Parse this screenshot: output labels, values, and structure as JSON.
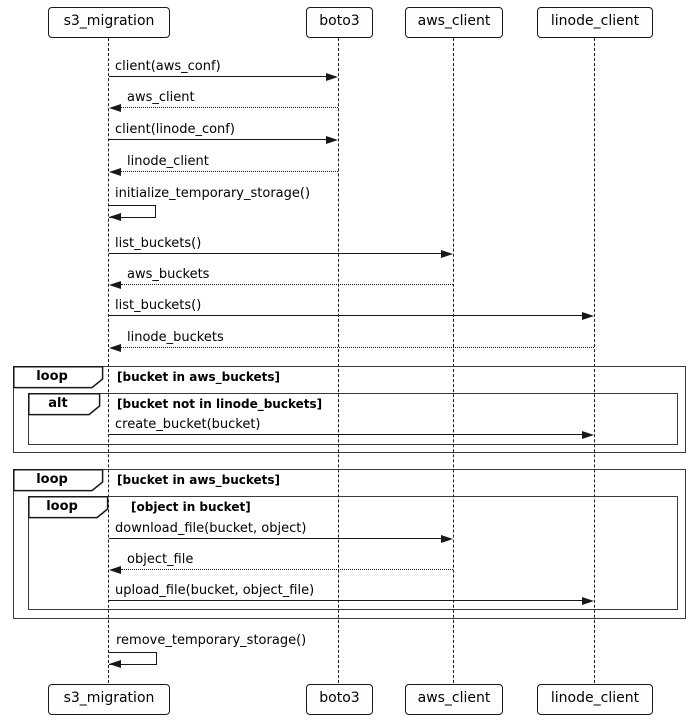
{
  "diagram": {
    "type": "uml-sequence-diagram",
    "participants": [
      {
        "name": "s3_migration"
      },
      {
        "name": "boto3"
      },
      {
        "name": "aws_client"
      },
      {
        "name": "linode_client"
      }
    ],
    "messages": [
      {
        "text": "client(aws_conf)",
        "from": "s3_migration",
        "to": "boto3",
        "style": "solid"
      },
      {
        "text": "aws_client",
        "from": "boto3",
        "to": "s3_migration",
        "style": "dotted-return"
      },
      {
        "text": "client(linode_conf)",
        "from": "s3_migration",
        "to": "boto3",
        "style": "solid"
      },
      {
        "text": "linode_client",
        "from": "boto3",
        "to": "s3_migration",
        "style": "dotted-return"
      },
      {
        "text": "initialize_temporary_storage()",
        "from": "s3_migration",
        "to": "s3_migration",
        "style": "self"
      },
      {
        "text": "list_buckets()",
        "from": "s3_migration",
        "to": "aws_client",
        "style": "solid"
      },
      {
        "text": "aws_buckets",
        "from": "aws_client",
        "to": "s3_migration",
        "style": "dotted-return"
      },
      {
        "text": "list_buckets()",
        "from": "s3_migration",
        "to": "linode_client",
        "style": "solid"
      },
      {
        "text": "linode_buckets",
        "from": "linode_client",
        "to": "s3_migration",
        "style": "dotted-return"
      },
      {
        "text": "create_bucket(bucket)",
        "from": "s3_migration",
        "to": "linode_client",
        "style": "solid"
      },
      {
        "text": "download_file(bucket, object)",
        "from": "s3_migration",
        "to": "aws_client",
        "style": "solid"
      },
      {
        "text": "object_file",
        "from": "aws_client",
        "to": "s3_migration",
        "style": "dotted-return"
      },
      {
        "text": "upload_file(bucket, object_file)",
        "from": "s3_migration",
        "to": "linode_client",
        "style": "solid"
      },
      {
        "text": "remove_temporary_storage()",
        "from": "s3_migration",
        "to": "s3_migration",
        "style": "self"
      }
    ],
    "fragments": [
      {
        "operator": "loop",
        "guard": "[bucket in aws_buckets]"
      },
      {
        "operator": "alt",
        "guard": "[bucket not in linode_buckets]"
      },
      {
        "operator": "loop",
        "guard": "[bucket in aws_buckets]"
      },
      {
        "operator": "loop",
        "guard": "[object in bucket]"
      }
    ],
    "colors": {
      "line": "#181818",
      "fragment_border": "#3a3a3a",
      "participant_fill": "#fefefe",
      "background": "#ffffff",
      "text": "#000000"
    }
  }
}
